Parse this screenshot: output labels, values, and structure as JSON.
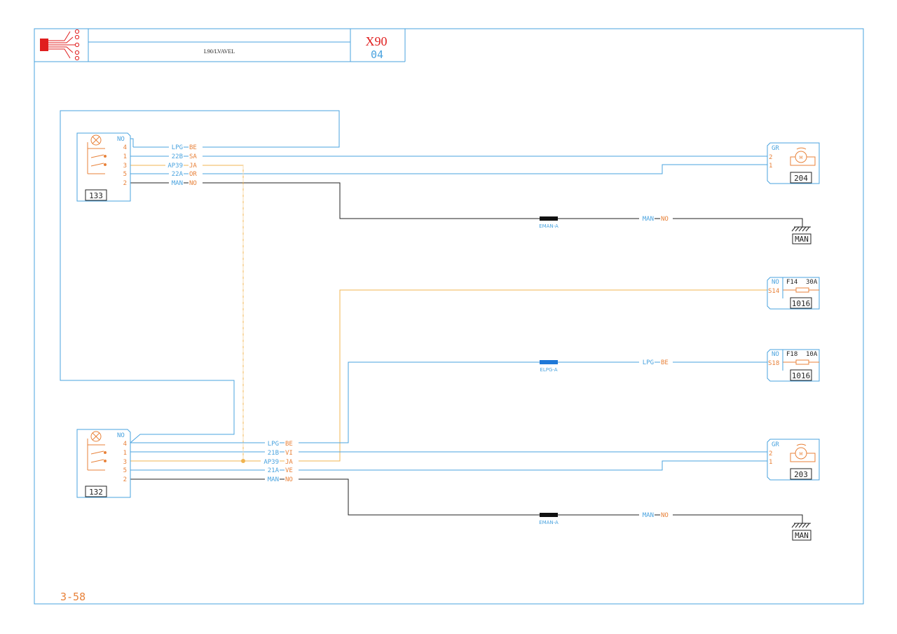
{
  "title_block": {
    "title": "",
    "subtitle": "L90/LVAVEL",
    "code": "X90",
    "sheet": "04"
  },
  "page_ref": "3-58",
  "colors": {
    "frame": "#4aa3df",
    "label": "#e8823a",
    "wire_blue": "#4aa3df",
    "wire_black": "#222222",
    "wire_yellow": "#f0b450",
    "code_red": "#e02020",
    "connector_red": "#e01e1e"
  },
  "components": {
    "c133": {
      "id": "133",
      "no": "NO",
      "pins": [
        "4",
        "1",
        "3",
        "5",
        "2"
      ],
      "wires": [
        {
          "code": "LPG",
          "color": "BE"
        },
        {
          "code": "22B",
          "color": "SA"
        },
        {
          "code": "AP39",
          "color": "JA"
        },
        {
          "code": "22A",
          "color": "OR"
        },
        {
          "code": "MAN",
          "color": "NO"
        }
      ]
    },
    "c132": {
      "id": "132",
      "no": "NO",
      "pins": [
        "4",
        "1",
        "3",
        "5",
        "2"
      ],
      "wires": [
        {
          "code": "LPG",
          "color": "BE"
        },
        {
          "code": "21B",
          "color": "VI"
        },
        {
          "code": "AP39",
          "color": "JA"
        },
        {
          "code": "21A",
          "color": "VE"
        },
        {
          "code": "MAN",
          "color": "NO"
        }
      ]
    },
    "c204": {
      "id": "204",
      "gr": "GR",
      "pins": [
        "2",
        "1"
      ],
      "motor": "M"
    },
    "c203": {
      "id": "203",
      "gr": "GR",
      "pins": [
        "2",
        "1"
      ],
      "motor": "M"
    },
    "f14": {
      "id": "1016",
      "no": "NO",
      "pin": "S14",
      "fuse": "F14",
      "rating": "30A"
    },
    "f18": {
      "id": "1016",
      "no": "NO",
      "pin": "S18",
      "fuse": "F18",
      "rating": "10A"
    }
  },
  "splices": {
    "top": {
      "label": "EMAN-A",
      "wire_code": "MAN",
      "wire_color": "NO"
    },
    "mid": {
      "label": "ELPG-A",
      "wire_code": "LPG",
      "wire_color": "BE"
    },
    "bottom": {
      "label": "EMAN-A",
      "wire_code": "MAN",
      "wire_color": "NO"
    }
  },
  "grounds": {
    "top": "MAN",
    "bottom": "MAN"
  }
}
